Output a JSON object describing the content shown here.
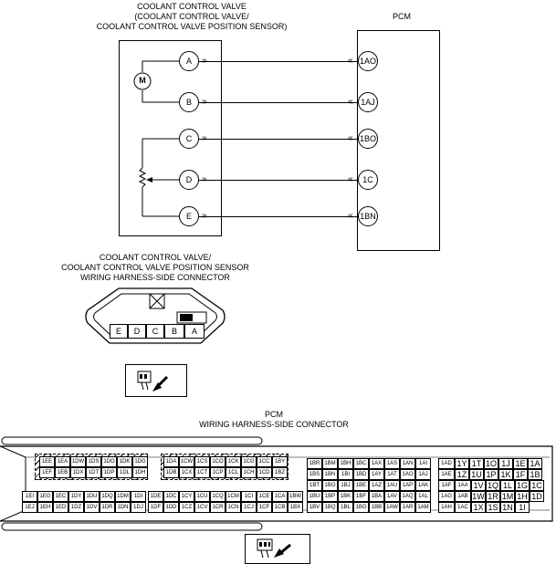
{
  "component": {
    "title_lines": [
      "COOLANT CONTROL VALVE",
      "(COOLANT CONTROL VALVE/",
      "COOLANT CONTROL VALVE POSITION SENSOR)"
    ],
    "motor_symbol": "M",
    "pins": [
      "A",
      "B",
      "C",
      "D",
      "E"
    ]
  },
  "pcm": {
    "title": "PCM",
    "pins": [
      "1AO",
      "1AJ",
      "1BO",
      "1C",
      "1BN"
    ]
  },
  "harness_connector": {
    "title_lines": [
      "COOLANT CONTROL VALVE/",
      "COOLANT CONTROL VALVE POSITION SENSOR",
      "WIRING HARNESS-SIDE CONNECTOR"
    ],
    "pins": [
      "E",
      "D",
      "C",
      "B",
      "A"
    ]
  },
  "pcm_connector": {
    "title_lines": [
      "PCM",
      "WIRING HARNESS-SIDE CONNECTOR"
    ],
    "block1": {
      "rows": [
        [
          "1EE",
          "1EA",
          "1DW",
          "1DS",
          "1DO",
          "1DK",
          "1DG"
        ],
        [
          "1EF",
          "1EB",
          "1DX",
          "1DT",
          "1DP",
          "1DL",
          "1DH"
        ],
        [
          "1EI",
          "1EG",
          "1EC",
          "1DY",
          "1DU",
          "1DQ",
          "1DM",
          "1DI"
        ],
        [
          "1EJ",
          "1EH",
          "1ED",
          "1DZ",
          "1DV",
          "1DR",
          "1DN",
          "1DJ"
        ]
      ]
    },
    "block2": {
      "rows": [
        [
          "1DA",
          "1CW",
          "1CS",
          "1CO",
          "1CK",
          "1CG",
          "1CC",
          "1BY"
        ],
        [
          "1DB",
          "1CX",
          "1CT",
          "1CP",
          "1CL",
          "1CH",
          "1CD",
          "1BZ"
        ],
        [
          "1DE",
          "1DC",
          "1CY",
          "1CU",
          "1CQ",
          "1CM",
          "1CI",
          "1CE",
          "1CA",
          "1BW"
        ],
        [
          "1DF",
          "1DD",
          "1CZ",
          "1CV",
          "1CR",
          "1CN",
          "1CJ",
          "1CF",
          "1CB",
          "1BX"
        ]
      ]
    },
    "block3": {
      "rows": [
        [
          "1BR",
          "1BM",
          "1BH",
          "1BC",
          "1AX",
          "1AS",
          "1AN",
          "1AI"
        ],
        [
          "1BS",
          "1BN",
          "1BI",
          "1BD",
          "1AY",
          "1AT",
          "1AO",
          "1AJ"
        ],
        [
          "1BT",
          "1BO",
          "1BJ",
          "1BE",
          "1AZ",
          "1AU",
          "1AP",
          "1AK"
        ],
        [
          "1BU",
          "1BP",
          "1BK",
          "1BF",
          "1BA",
          "1AV",
          "1AQ",
          "1AL"
        ],
        [
          "1BV",
          "1BQ",
          "1BL",
          "1BG",
          "1BB",
          "1AW",
          "1AR",
          "1AM"
        ]
      ]
    },
    "block4": {
      "rows": [
        [
          "1AD",
          "1Y",
          "1T",
          "1O",
          "1J",
          "1E",
          "1A"
        ],
        [
          "1AE",
          "1Z",
          "1U",
          "1P",
          "1K",
          "1F",
          "1B"
        ],
        [
          "1AF",
          "1AA",
          "1V",
          "1Q",
          "1L",
          "1G",
          "1C"
        ],
        [
          "1AG",
          "1AB",
          "1W",
          "1R",
          "1M",
          "1H",
          "1D"
        ],
        [
          "1AH",
          "1AC",
          "1X",
          "1S",
          "1N",
          "1I"
        ]
      ]
    }
  }
}
